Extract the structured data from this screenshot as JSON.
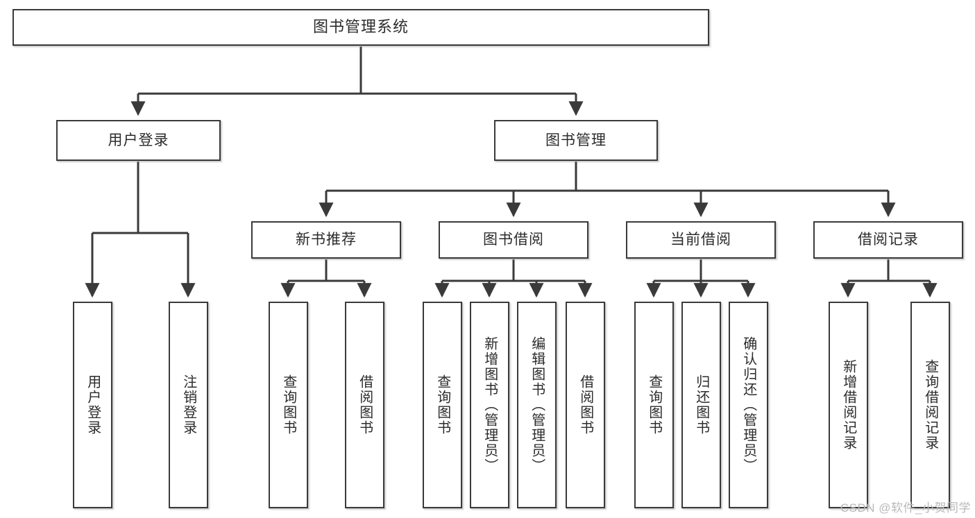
{
  "diagram": {
    "title": "图书管理系统",
    "type": "tree-hierarchy",
    "colors": {
      "background": "#ffffff",
      "box_border": "#3a3a3a",
      "box_fill": "#ffffff",
      "edge": "#3a3a3a",
      "text": "#2b2b2b",
      "watermark": "#b9b9b9"
    }
  },
  "root": {
    "label": "图书管理系统"
  },
  "level2": [
    {
      "label": "用户登录"
    },
    {
      "label": "图书管理"
    }
  ],
  "level3": [
    {
      "label": "新书推荐"
    },
    {
      "label": "图书借阅"
    },
    {
      "label": "当前借阅"
    },
    {
      "label": "借阅记录"
    }
  ],
  "leaves": {
    "user_login": [
      {
        "label": "用户登录"
      },
      {
        "label": "注销登录"
      }
    ],
    "new_book": [
      {
        "label": "查询图书"
      },
      {
        "label": "借阅图书"
      }
    ],
    "book_borrow": [
      {
        "label": "查询图书"
      },
      {
        "label": "新增图书（管理员）"
      },
      {
        "label": "编辑图书（管理员）"
      },
      {
        "label": "借阅图书"
      }
    ],
    "current_borrow": [
      {
        "label": "查询图书"
      },
      {
        "label": "归还图书"
      },
      {
        "label": "确认归还（管理员）"
      }
    ],
    "borrow_record": [
      {
        "label": "新增借阅记录"
      },
      {
        "label": "查询借阅记录"
      }
    ]
  },
  "watermark": {
    "text": "CSDN @软件_小贺同学"
  }
}
